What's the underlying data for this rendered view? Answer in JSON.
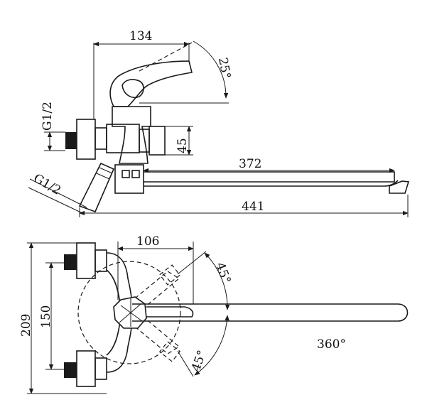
{
  "side_view": {
    "dim_top": "134",
    "dim_angle_lever": "25°",
    "dim_thread_top": "G1/2",
    "dim_body_height": "45",
    "dim_spout_reach": "372",
    "dim_thread_bottom": "G1/2",
    "dim_overall_length": "441"
  },
  "top_view": {
    "dim_width": "106",
    "dim_angle_upper": "45°",
    "dim_overall_height": "209",
    "dim_center_distance": "150",
    "dim_angle_lower": "45°",
    "dim_rotation": "360°"
  }
}
